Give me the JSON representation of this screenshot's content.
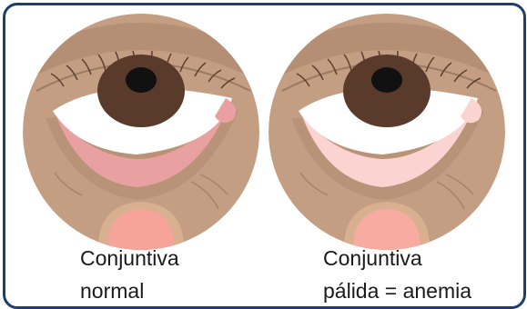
{
  "panels": [
    {
      "id": "normal",
      "caption_line1": "Conjuntiva",
      "caption_line2": "normal",
      "conjunctiva_color": "#e8a0a0",
      "tongue_color": "#f6a39a"
    },
    {
      "id": "anemia",
      "caption_line1": "Conjuntiva",
      "caption_line2": "pálida = anemia",
      "conjunctiva_color": "#fbd3d1",
      "tongue_color": "#f8aba0"
    }
  ],
  "colors": {
    "frame_border": "#1e3f6e",
    "skin": "#c49e82",
    "skin_dark": "#ae8a70",
    "iris": "#5a3a2a",
    "pupil": "#111111"
  }
}
